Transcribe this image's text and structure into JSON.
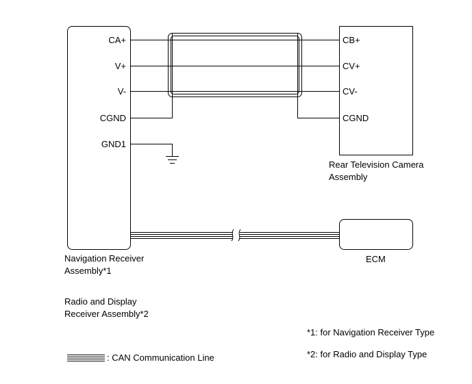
{
  "nav_receiver": {
    "pins": [
      "CA+",
      "V+",
      "V-",
      "CGND",
      "GND1"
    ],
    "name_line1": "Navigation Receiver",
    "name_line2": "Assembly*1"
  },
  "radio_receiver": {
    "name_line1": "Radio and Display",
    "name_line2": "Receiver Assembly*2"
  },
  "camera": {
    "pins": [
      "CB+",
      "CV+",
      "CV-",
      "CGND"
    ],
    "name_line1": "Rear Television Camera",
    "name_line2": "Assembly"
  },
  "ecm": {
    "name": "ECM"
  },
  "notes": {
    "note1": "*1: for Navigation Receiver Type",
    "note2": "*2: for Radio and Display Type"
  },
  "legend": {
    "can_line": ": CAN Communication Line"
  }
}
